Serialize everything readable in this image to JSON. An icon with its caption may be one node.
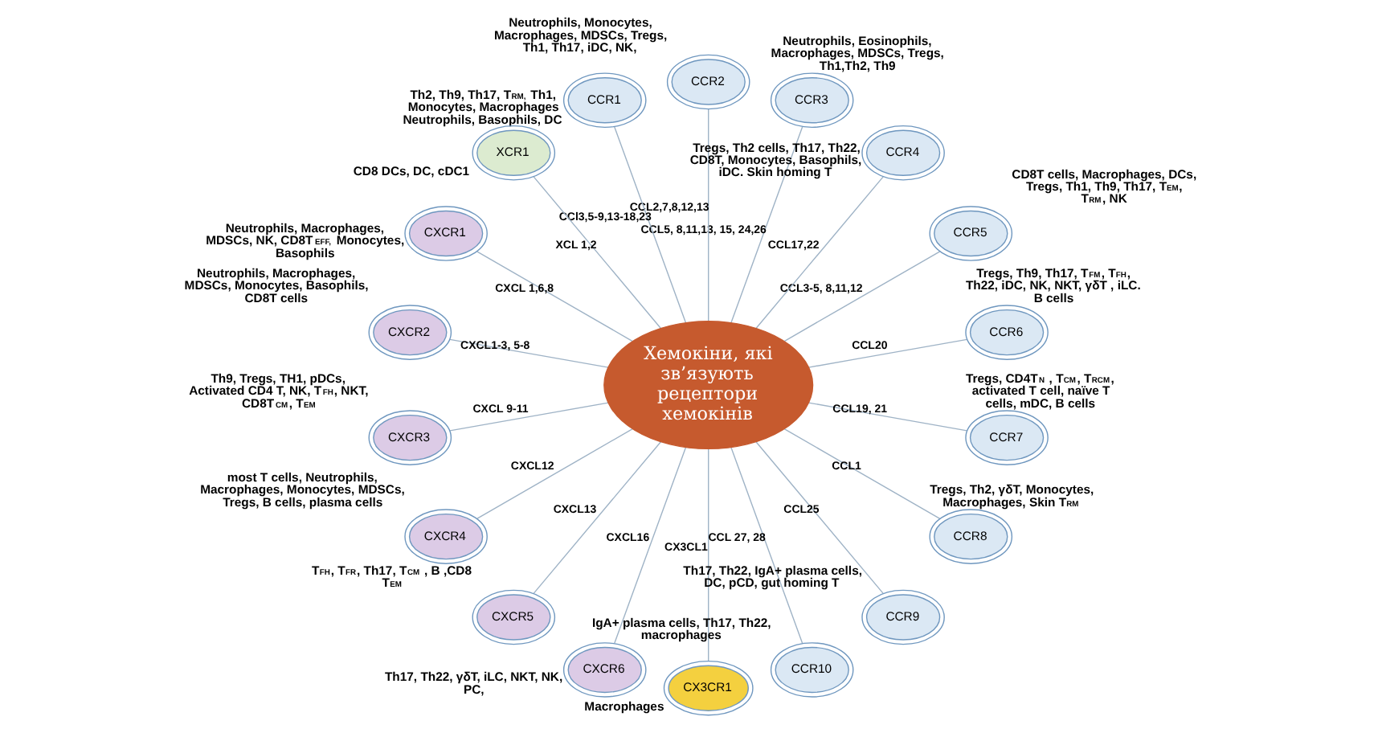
{
  "diagram": {
    "nodes": [
      {
        "text": [
          "Хемокіни, які зв’язують рецептори хемокінів"
        ]
      },
      {
        "text": [
          "CCR1"
        ],
        "beside": [
          "Th2, Th9, Th17, T$_{RM,}$ Th1, Monocytes, Macrophages Neutrophils, Basophils, DC"
        ]
      },
      {
        "text": [
          "CCR2"
        ],
        "beside": [
          "Neutrophils, Monocytes, Macrophages, MDSCs, Tregs, Th1, Th17, iDC, NK,"
        ]
      },
      {
        "text": [
          "CCR3"
        ],
        "beside": [
          "Neutrophils, Eosinophils, Macrophages, MDSCs, Tregs, Th1,Th2, Th9"
        ]
      },
      {
        "text": [
          "CCR4"
        ],
        "beside": [
          "Tregs, Th2 cells, Th17, Th22, CD8T, Monocytes, Basophils, iDC. Skin homing T"
        ]
      },
      {
        "text": [
          "CCR5"
        ],
        "beside": [
          "CD8T cells, Macrophages, DCs, Tregs, Th1, Th9, Th17, T$_{EM}$, T$_{RM}$, NK"
        ]
      },
      {
        "text": [
          "CCR6"
        ],
        "beside": [
          "Tregs, Th9, Th17, T$_{FM}$, T$_{FH}$, Th22, iDC, NK, NKT, γδT , iLC. B cells"
        ]
      },
      {
        "text": [
          "CCR7"
        ],
        "beside": [
          "Tregs, CD4T$_{N}$ , T$_{CM}$, T$_{RCM}$, activated T cell, naïve T cells, mDC, B cells"
        ]
      },
      {
        "text": [
          "CCR8"
        ],
        "beside": [
          "Tregs, Th2, γδT, Monocytes, Macrophages, Skin T$_{RM}$"
        ]
      },
      {
        "text": [
          "CCR9"
        ],
        "beside": [
          "Th17, Th22, IgA+ plasma cells, DC, pCD, gut homing T"
        ]
      },
      {
        "text": [
          "CCR10"
        ],
        "beside": [
          "IgA+ plasma cells, Th17, Th22, macrophages"
        ]
      },
      {
        "text": [
          "CX3CR1"
        ],
        "beside": [
          "Macrophages"
        ]
      },
      {
        "text": [
          "CXCR6"
        ],
        "beside": [
          "Th17, Th22, γδT, iLC, NKT, NK, PC,"
        ]
      },
      {
        "text": [
          "CXCR5"
        ],
        "beside": [
          "T$_{FH}$, T$_{FR}$, Th17, T$_{CM}$ , B ,CD8 T$_{EM}$"
        ]
      },
      {
        "text": [
          "CXCR4"
        ],
        "beside": [
          "most T cells, Neutrophils, Macrophages, Monocytes, MDSCs, Tregs, B cells, plasma cells"
        ]
      },
      {
        "text": [
          "CXCR3"
        ],
        "beside": [
          "Th9, Tregs, TH1, pDCs, Activated CD4 T, NK, T$_{FH}$, NKT, CD8T$_{CM}$, T$_{EM}$"
        ]
      },
      {
        "text": [
          "CXCR2"
        ],
        "beside": [
          "Neutrophils, Macrophages, MDSCs, Monocytes, Basophils, CD8T cells"
        ]
      },
      {
        "text": [
          "CXCR1"
        ],
        "beside": [
          "Neutrophils, Macrophages, MDSCs, NK, CD8T$_{EFF,}$ Monocytes, Basophils"
        ]
      },
      {
        "text": [
          "XCR1"
        ],
        "beside": [
          "CD8 DCs, DC, cDC1"
        ]
      }
    ],
    "edges": [
      {
        "from": 0,
        "to": 1,
        "arrow": "none",
        "label": "CCl3,5-9,13-18,23"
      },
      {
        "from": 0,
        "to": 2,
        "arrow": "none",
        "label": "CCL2,7,8,12,13"
      },
      {
        "from": 0,
        "to": 3,
        "arrow": "none",
        "label": "CCL5, 8,11,13, 15, 24,26"
      },
      {
        "from": 0,
        "to": 4,
        "arrow": "none",
        "label": "CCL17,22"
      },
      {
        "from": 0,
        "to": 5,
        "arrow": "none",
        "label": "CCL3-5, 8,11,12"
      },
      {
        "from": 0,
        "to": 6,
        "arrow": "none",
        "label": "CCL20"
      },
      {
        "from": 0,
        "to": 7,
        "arrow": "none",
        "label": "CCL19, 21"
      },
      {
        "from": 0,
        "to": 8,
        "arrow": "none",
        "label": "CCL1"
      },
      {
        "from": 0,
        "to": 9,
        "arrow": "none",
        "label": "CCL25"
      },
      {
        "from": 0,
        "to": 10,
        "arrow": "none",
        "label": "CCL 27, 28"
      },
      {
        "from": 0,
        "to": 11,
        "arrow": "none",
        "label": "CX3CL1"
      },
      {
        "from": 0,
        "to": 12,
        "arrow": "none",
        "label": "CXCL16"
      },
      {
        "from": 0,
        "to": 13,
        "arrow": "none",
        "label": "CXCL13"
      },
      {
        "from": 0,
        "to": 14,
        "arrow": "none",
        "label": "CXCL12"
      },
      {
        "from": 0,
        "to": 15,
        "arrow": "none",
        "label": "CXCL 9-11"
      },
      {
        "from": 0,
        "to": 16,
        "arrow": "none",
        "label": "CXCL1-3, 5-8"
      },
      {
        "from": 0,
        "to": 17,
        "arrow": "none",
        "label": "CXCL 1,6,8"
      },
      {
        "from": 0,
        "to": 18,
        "arrow": "none",
        "label": "XCL 1,2"
      }
    ]
  }
}
